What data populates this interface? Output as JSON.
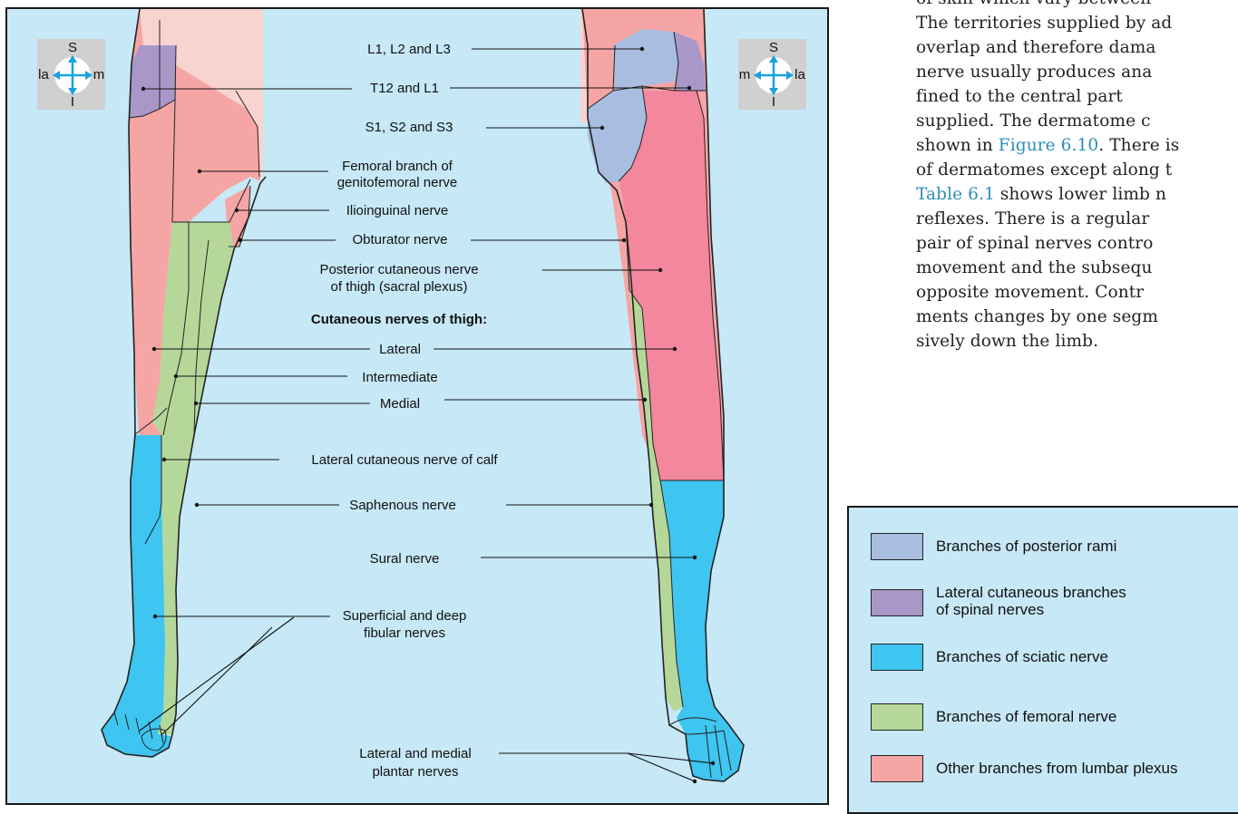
{
  "compass_left": {
    "s": "S",
    "i": "I",
    "la": "la",
    "m": "m"
  },
  "compass_right": {
    "s": "S",
    "i": "I",
    "la": "la",
    "m": "m"
  },
  "labels": {
    "l1_l3": "L1, L2 and  L3",
    "t12_l1": "T12 and L1",
    "s1_s3": "S1, S2 and S3",
    "femoral_branch_1": "Femoral branch of",
    "femoral_branch_2": "genitofemoral nerve",
    "ilioinguinal": "Ilioinguinal nerve",
    "obturator": "Obturator nerve",
    "posterior_cutaneous_1": "Posterior cutaneous nerve",
    "posterior_cutaneous_2": "of thigh (sacral plexus)",
    "cutaneous_heading": "Cutaneous nerves of thigh:",
    "lateral": "Lateral",
    "intermediate": "Intermediate",
    "medial": "Medial",
    "lateral_calf": "Lateral cutaneous nerve of calf",
    "saphenous": "Saphenous nerve",
    "sural": "Sural nerve",
    "fibular_1": "Superficial and deep",
    "fibular_2": "fibular nerves",
    "plantar_1": "Lateral and medial",
    "plantar_2": "plantar nerves"
  },
  "text": {
    "line1": "of skin which vary between",
    "line2": "The territories supplied by ad",
    "line3": "overlap and therefore dama",
    "line4": "nerve usually produces ana",
    "line5": "fined to the central part",
    "line6": "supplied. The dermatome c",
    "line7_pre": "shown in ",
    "line7_ref": "Figure 6.10",
    "line7_post": ". There is",
    "line8": "of dermatomes except along t",
    "line9_ref": "Table 6.1",
    "line9_post": " shows lower limb n",
    "line10": "reflexes. There is a regular",
    "line11": "pair of spinal nerves contro",
    "line12": "movement and the subsequ",
    "line13": "opposite movement. Contr",
    "line14": "ments changes by one segm",
    "line15": "sively down the limb."
  },
  "legend": {
    "items": [
      {
        "label": "Branches of posterior rami",
        "color": "#a9bde1"
      },
      {
        "label": "Lateral cutaneous branches\nof spinal nerves",
        "color": "#a997c8"
      },
      {
        "label": "Branches of sciatic nerve",
        "color": "#3ec5f0"
      },
      {
        "label": "Branches of femoral nerve",
        "color": "#b5d89a"
      },
      {
        "label": "Other branches from lumbar plexus",
        "color": "#f6a5a5"
      }
    ]
  },
  "colors": {
    "posterior_rami": "#a9bde1",
    "lateral_cutaneous": "#a997c8",
    "sciatic": "#3ec5f0",
    "femoral": "#b5d89a",
    "lumbar_plexus": "#f6a5a5",
    "posterior_cutaneous_thigh": "#f2879e",
    "background": "#c7e8f6",
    "skin_light": "#f9d3d0",
    "reference_text": "#2d8db8"
  }
}
